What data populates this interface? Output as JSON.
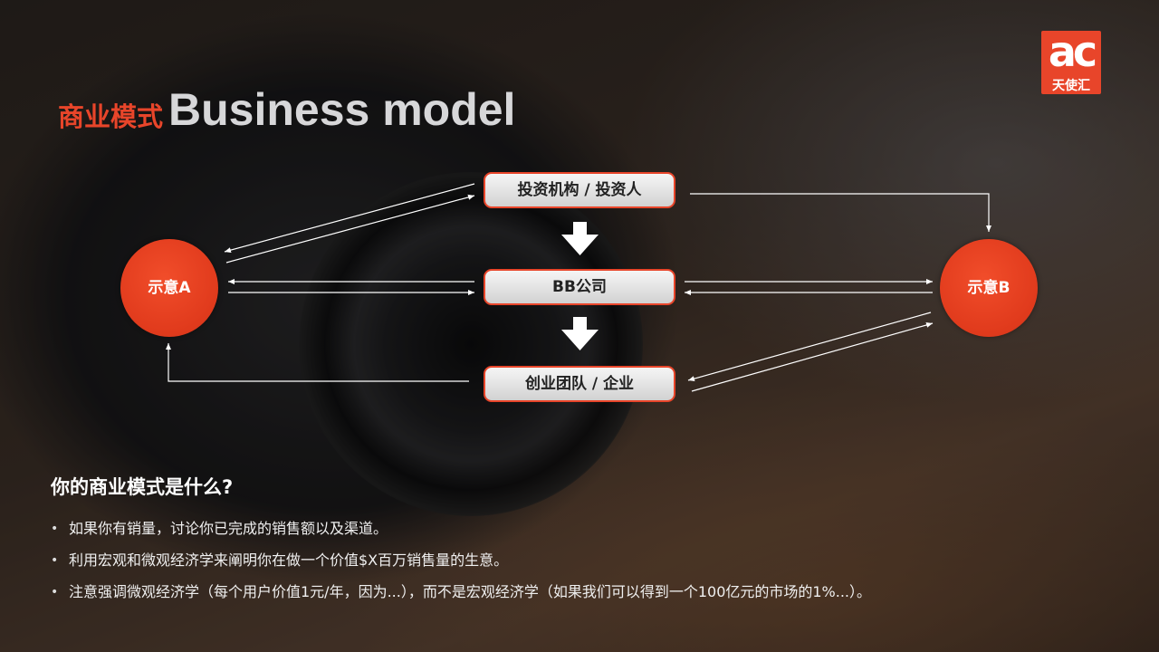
{
  "logo": {
    "mark": "ac",
    "name": "天使汇"
  },
  "title": {
    "cn": "商业模式",
    "en": "Business model"
  },
  "diagram": {
    "investor": "投资机构 / 投资人",
    "company": "BB公司",
    "team": "创业团队 / 企业",
    "node_a": "示意A",
    "node_b": "示意B"
  },
  "question": "你的商业模式是什么?",
  "bullets": [
    "如果你有销量，讨论你已完成的销售额以及渠道。",
    "利用宏观和微观经济学来阐明你在做一个价值$X百万销售量的生意。",
    "注意强调微观经济学（每个用户价值1元/年，因为...），而不是宏观经济学（如果我们可以得到一个100亿元的市场的1%...）。"
  ],
  "colors": {
    "accent": "#e8452a",
    "title_en": "#d7d7d9"
  },
  "icons": [
    "down-arrow-icon",
    "bullet-dot-icon"
  ]
}
